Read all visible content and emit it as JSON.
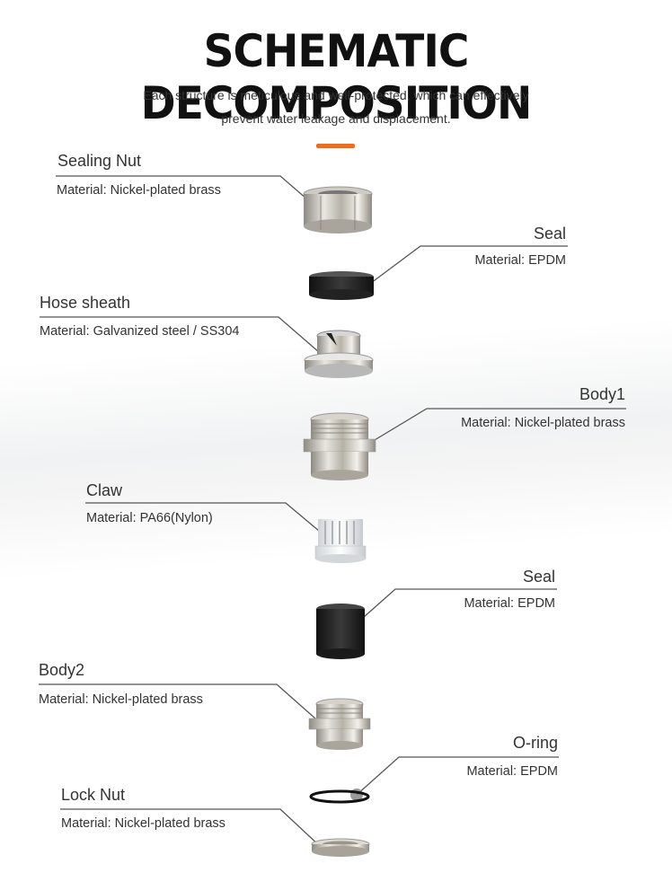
{
  "header": {
    "title": "SCHEMATIC DECOMPOSITION",
    "subtitle_line1": "Each structure is meticulous and well-protected, which can effectively",
    "subtitle_line2": "prevent water leakage and displacement."
  },
  "colors": {
    "accent": "#f26a1b",
    "line": "#555555"
  },
  "parts": [
    {
      "name": "Sealing Nut",
      "material": "Material: Nickel-plated brass"
    },
    {
      "name": "Seal",
      "material": "Material: EPDM"
    },
    {
      "name": "Hose sheath",
      "material": "Material: Galvanized steel / SS304"
    },
    {
      "name": "Body1",
      "material": "Material: Nickel-plated brass"
    },
    {
      "name": "Claw",
      "material": "Material: PA66(Nylon)"
    },
    {
      "name": "Seal",
      "material": "Material: EPDM"
    },
    {
      "name": "Body2",
      "material": "Material: Nickel-plated brass"
    },
    {
      "name": "O-ring",
      "material": "Material: EPDM"
    },
    {
      "name": "Lock Nut",
      "material": "Material: Nickel-plated brass"
    }
  ]
}
